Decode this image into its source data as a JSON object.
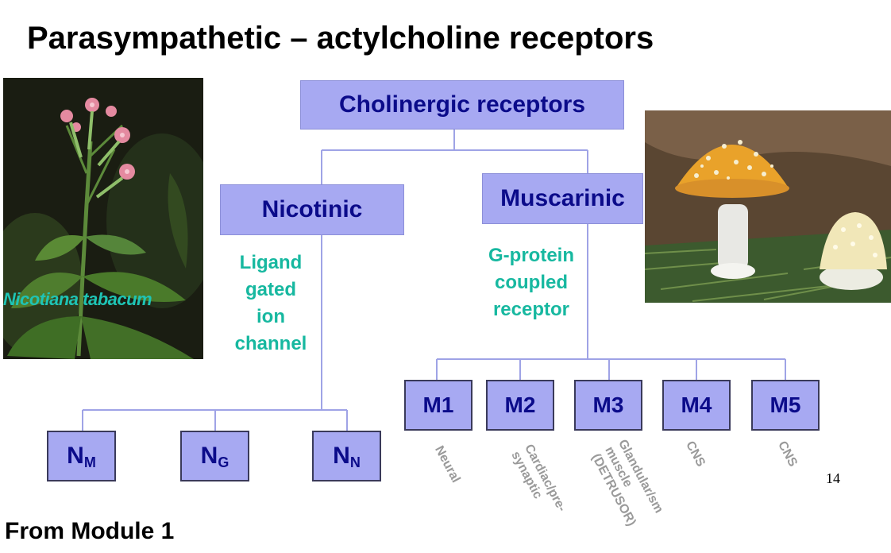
{
  "title": "Parasympathetic – actylcholine receptors",
  "root": {
    "label": "Cholinergic receptors"
  },
  "nicotinic": {
    "label": "Nicotinic",
    "description": "Ligand\ngated\nion\nchannel",
    "subtypes": [
      {
        "main": "N",
        "sub": "M"
      },
      {
        "main": "N",
        "sub": "G"
      },
      {
        "main": "N",
        "sub": "N"
      }
    ]
  },
  "muscarinic": {
    "label": "Muscarinic",
    "description": "G-protein\ncoupled\nreceptor",
    "subtypes": [
      {
        "label": "M1",
        "location": "Neural"
      },
      {
        "label": "M2",
        "location": "Cardiac/pre-\nsynaptic"
      },
      {
        "label": "M3",
        "location": "Glandular/sm\nmuscle\n(DETRUSOR)"
      },
      {
        "label": "M4",
        "location": "CNS"
      },
      {
        "label": "M5",
        "location": "CNS"
      }
    ]
  },
  "plant_photo": {
    "caption": "Nicotiana tabacum"
  },
  "mushroom_photo": {},
  "page_number": "14",
  "footer": "From Module 1",
  "colors": {
    "box_fill": "#a7a9f2",
    "box_text": "#0b0b8a",
    "teal_text": "#17b8a0",
    "connector": "#9fa3e6",
    "location_text": "#9a9a9a"
  }
}
